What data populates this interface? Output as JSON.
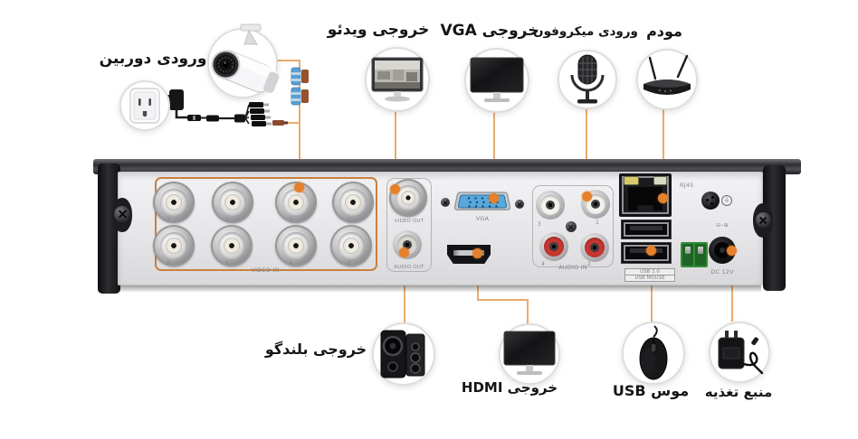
{
  "colors": {
    "accent_orange": "#e5812c",
    "line_orange": "#e9ab6f",
    "video_in_outline": "#c8803f",
    "vga_blue": "#57a8dc",
    "rca_red": "#c93530",
    "terminal_green": "#2f8c36"
  },
  "callouts": {
    "camera_input": {
      "label": "ورودی دوربین",
      "icon": "cctv-camera-icon"
    },
    "power_outlet": {
      "icon": "wall-outlet-icon"
    },
    "video_output": {
      "label": "خروجی ویدئو",
      "icon": "monitor-scene-icon"
    },
    "vga_output": {
      "label": "خروجی VGA",
      "icon": "monitor-black-icon"
    },
    "mic_input": {
      "label": "ورودی میکروفون",
      "icon": "microphone-icon"
    },
    "modem": {
      "label": "مودم",
      "icon": "router-icon"
    },
    "speaker_output": {
      "label": "خروجی بلندگو",
      "icon": "speakers-icon"
    },
    "hdmi_output": {
      "label": "خروجی HDMI",
      "icon": "monitor-black-icon"
    },
    "usb_mouse": {
      "label": "موس USB",
      "icon": "mouse-icon"
    },
    "power_supply": {
      "label": "منبع تغذیه",
      "icon": "power-adapter-icon"
    }
  },
  "panel": {
    "video_in": {
      "label": "VIDEO IN",
      "numbers_top": [
        "7",
        "5",
        "3",
        "1"
      ],
      "numbers_bottom": [
        "8",
        "6",
        "4",
        "2"
      ]
    },
    "video_out": {
      "label": "VIDEO OUT"
    },
    "audio_out": {
      "label": "AUDIO OUT"
    },
    "vga": {
      "label": "VGA"
    },
    "audio_in": {
      "label": "AUDIO IN",
      "numbers": [
        "3",
        "1",
        "4",
        "2"
      ]
    },
    "rj45": {
      "label": "RJ45"
    },
    "usb": {
      "labels": [
        "USB 2.0",
        "USB MOUSE"
      ]
    },
    "dc": {
      "label": "DC 12V",
      "polarity": "⊖–⊕"
    }
  }
}
